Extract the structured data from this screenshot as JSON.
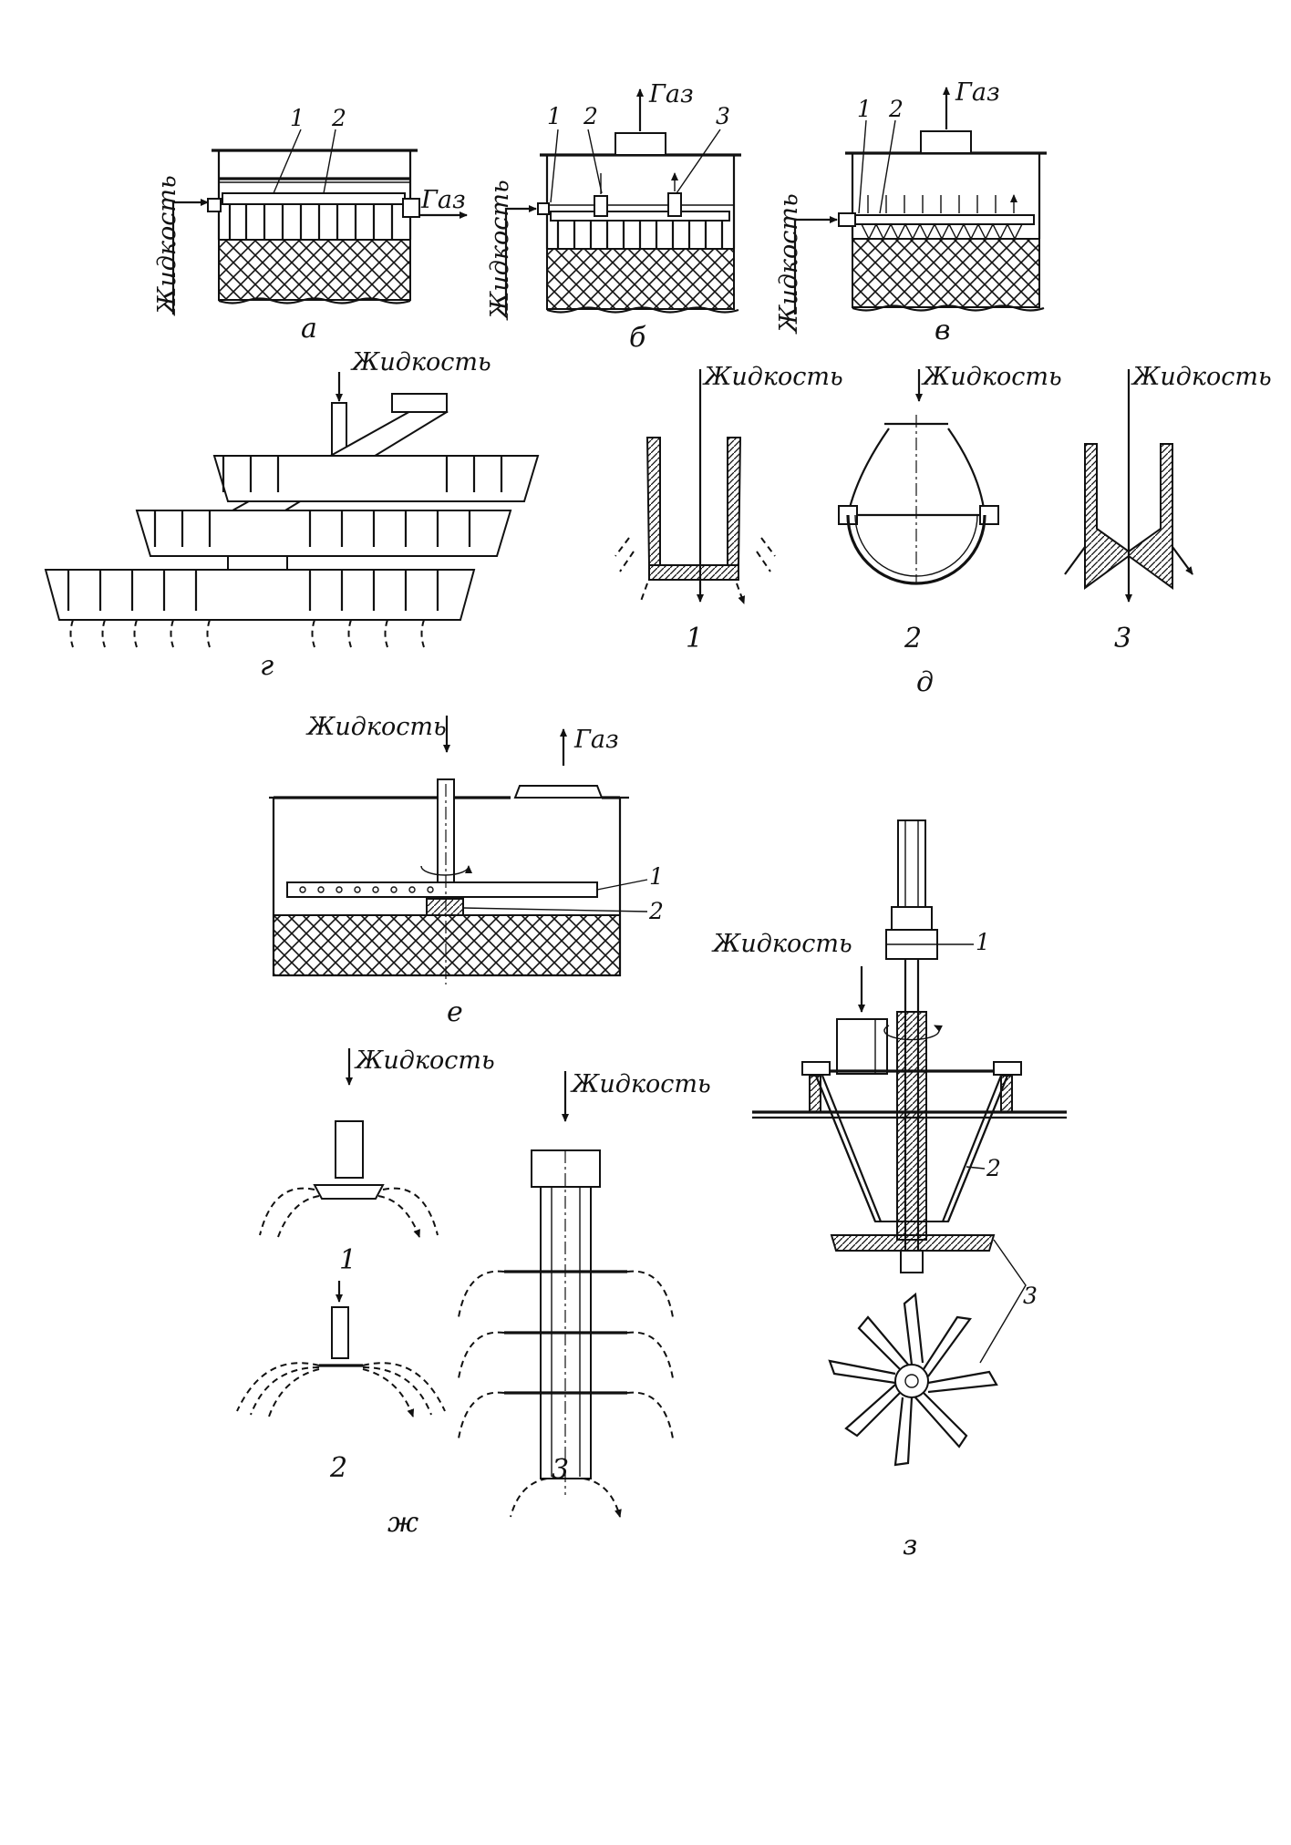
{
  "labels": {
    "liquid": "Жидкость",
    "gas": "Газ"
  },
  "captions": {
    "a": "а",
    "b": "б",
    "v": "в",
    "g": "г",
    "d": "д",
    "e": "е",
    "zh": "ж",
    "z": "з"
  },
  "numbers": {
    "n1": "1",
    "n2": "2",
    "n3": "3"
  }
}
